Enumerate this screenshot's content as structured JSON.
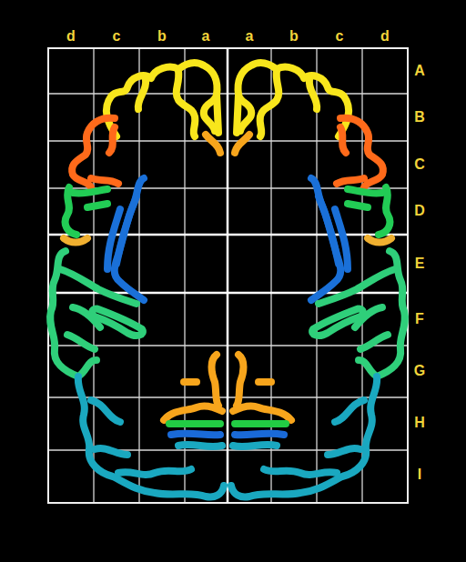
{
  "diagram": {
    "labels": [
      "d",
      "c",
      "b",
      "a",
      "a",
      "b",
      "c",
      "d",
      "A",
      "B",
      "C",
      "D",
      "E",
      "F",
      "G",
      "H",
      "I"
    ]
  }
}
